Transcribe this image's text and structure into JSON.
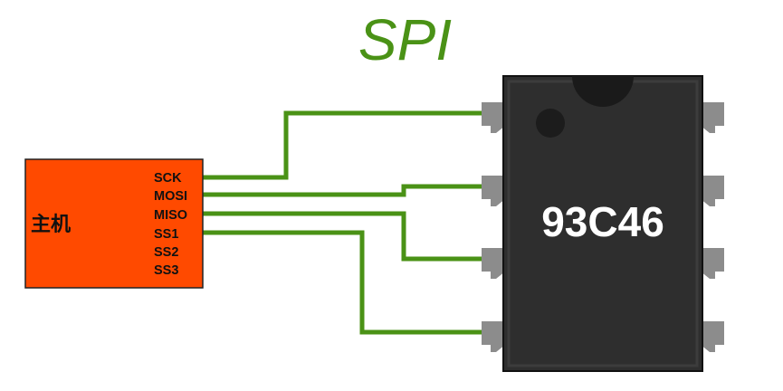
{
  "title": "SPI",
  "host": {
    "label": "主机",
    "pins": [
      "SCK",
      "MOSI",
      "MISO",
      "SS1",
      "SS2",
      "SS3"
    ]
  },
  "chip": {
    "label": "93C46"
  },
  "colors": {
    "title": "#4a9216",
    "wire": "#4a9216",
    "host_fill": "#ff4a00",
    "chip_body": "#2e2e2e",
    "chip_pin": "#8c8c8c"
  }
}
